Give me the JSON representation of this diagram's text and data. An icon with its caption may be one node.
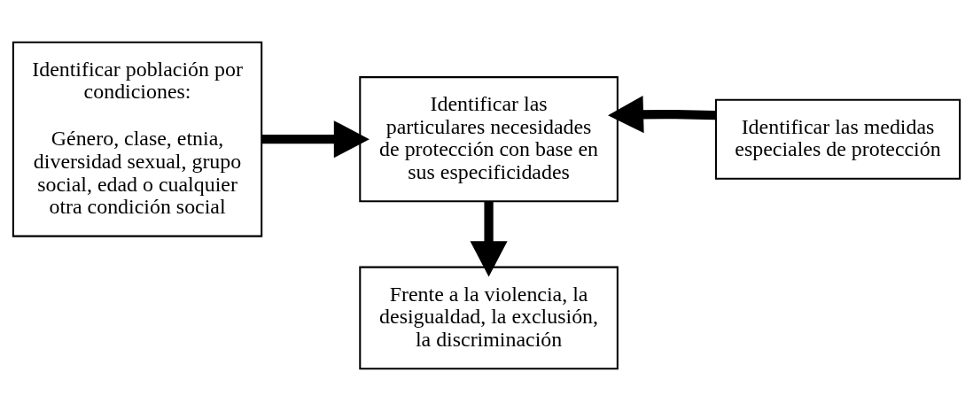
{
  "diagram": {
    "nodes": [
      {
        "text": [
          "Identificar población por condiciones:",
          "Género, clase, etnia, diversidad sexual, grupo social, edad o cualquier otra condición social"
        ]
      },
      {
        "text": [
          "Identificar las particulares necesidades de protección con base en sus especificidades"
        ]
      },
      {
        "text": [
          "Identificar las medidas especiales de protección"
        ]
      },
      {
        "text": [
          "Frente a la violencia, la desigualdad, la exclusión, la discriminación"
        ]
      }
    ],
    "edges": [
      {
        "from": 0,
        "to": 1,
        "arrow": "to"
      },
      {
        "from": 2,
        "to": 1,
        "arrow": "to"
      },
      {
        "from": 1,
        "to": 3,
        "arrow": "to"
      }
    ]
  }
}
